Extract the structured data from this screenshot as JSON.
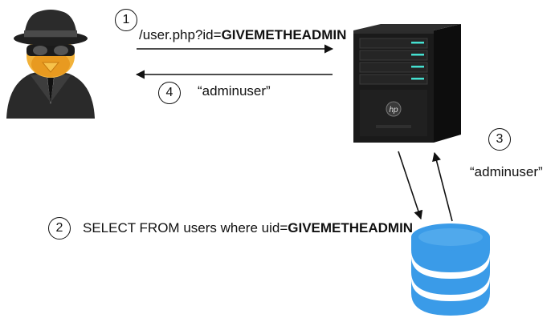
{
  "steps": [
    {
      "number": "1",
      "text": "/user.php?id=",
      "bold": "GIVEMETHEADMIN"
    },
    {
      "number": "2",
      "text": "SELECT FROM users where uid=",
      "bold": "GIVEMETHEADMIN"
    },
    {
      "number": "3",
      "text": "“adminuser”"
    },
    {
      "number": "4",
      "text": "“adminuser”"
    }
  ],
  "icons": {
    "attacker": "hacker-icon",
    "server": "server-icon",
    "database": "database-icon"
  },
  "colors": {
    "database": "#3a9be8",
    "database_highlight": "#7cc2f4",
    "server_body": "#1a1a1a",
    "server_led": "#45e0d0",
    "line": "#111111"
  }
}
